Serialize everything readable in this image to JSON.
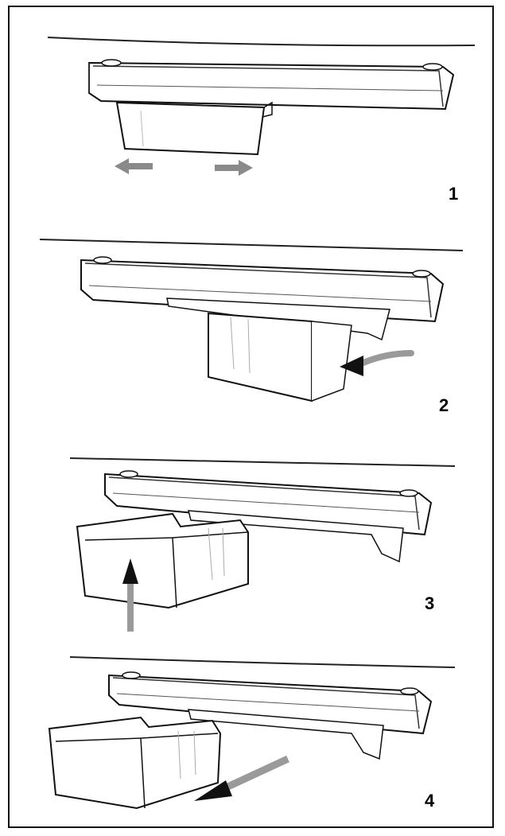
{
  "steps": [
    {
      "number": "1"
    },
    {
      "number": "2"
    },
    {
      "number": "3"
    },
    {
      "number": "4"
    }
  ],
  "colors": {
    "line": "#111111",
    "arrow": "#8a8a8a",
    "dark_arrow": "#222222"
  }
}
